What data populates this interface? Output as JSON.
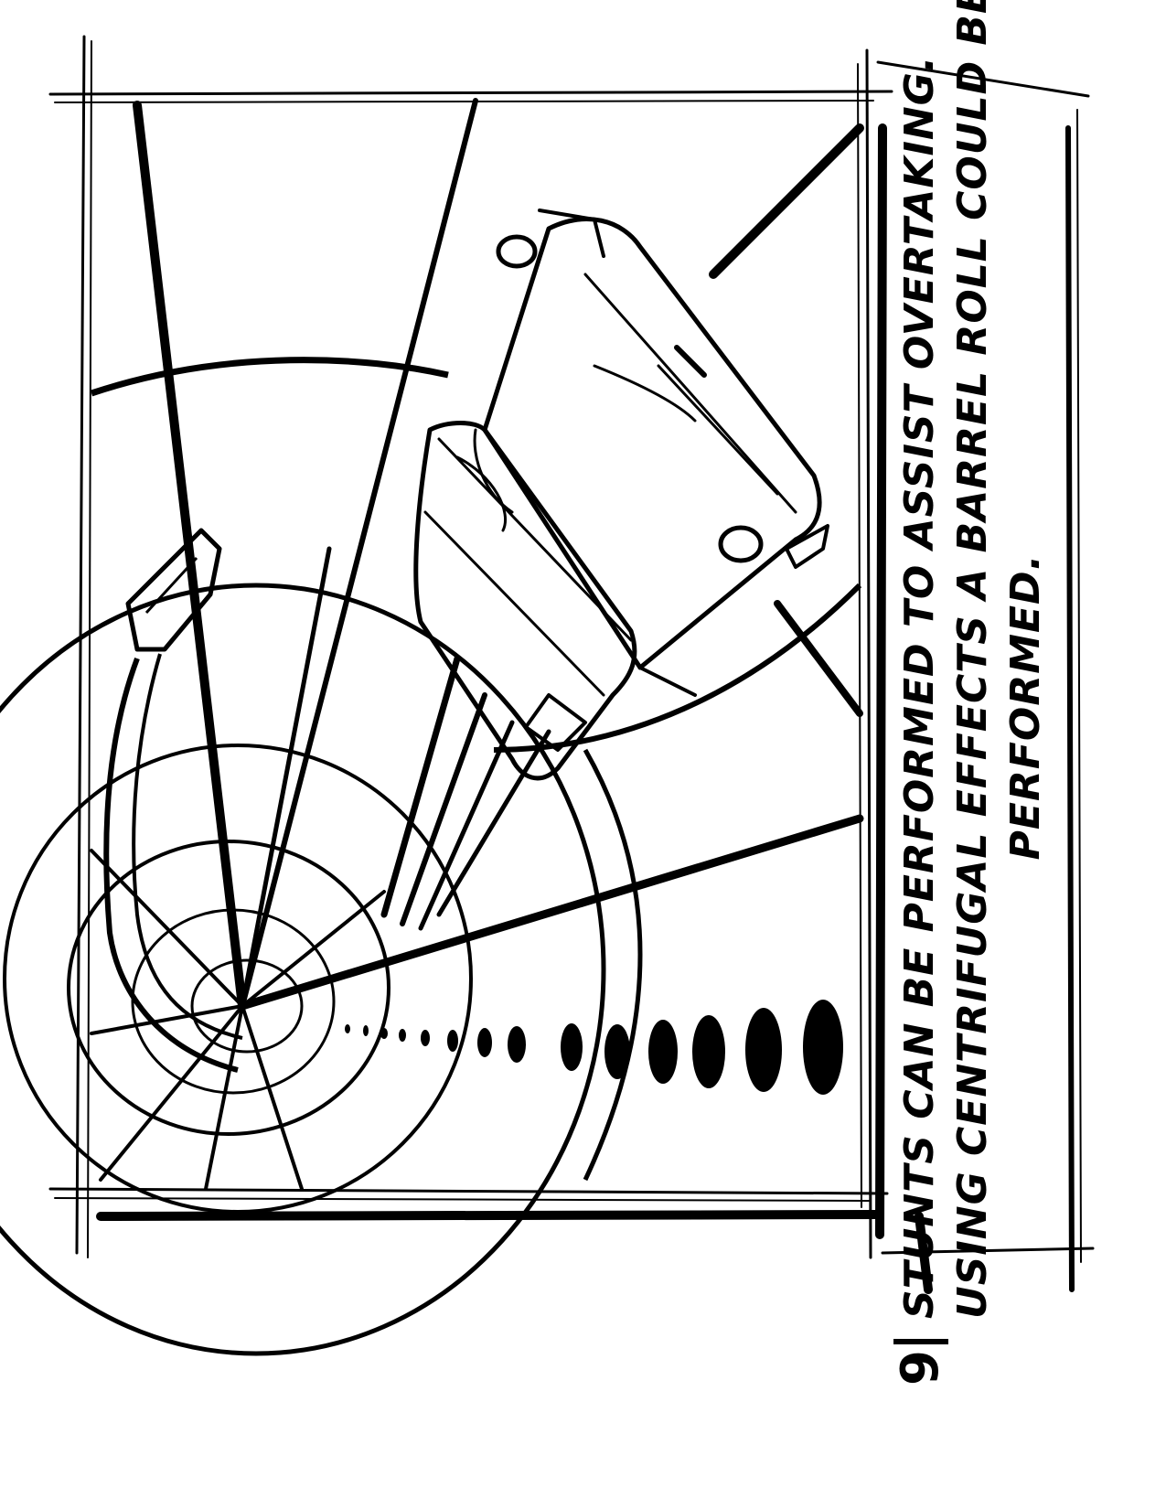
{
  "storyboard": {
    "panel_number": "9",
    "caption_lines": [
      "STUNTS CAN BE PERFORMED TO ASSIST OVERTAKING.",
      "USING CENTRIFUGAL EFFECTS A BARREL ROLL COULD BE",
      "PERFORMED."
    ],
    "ink_color": "#000000",
    "paper_color": "#ffffff"
  }
}
